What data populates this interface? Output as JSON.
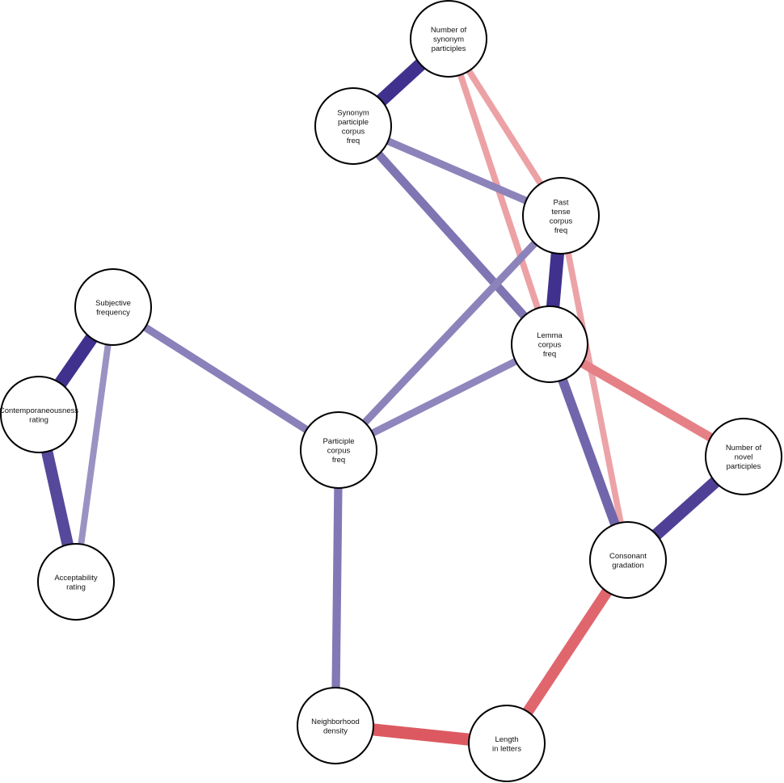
{
  "colors": {
    "positive": "#3a2a8a",
    "negative": "#d9464f",
    "node_fill": "#ffffff",
    "node_stroke": "#000000"
  },
  "nodes": [
    {
      "id": "numsyn",
      "label": [
        "Number of",
        "synonym",
        "participles"
      ]
    },
    {
      "id": "synpart",
      "label": [
        "Synonym",
        "participle",
        "corpus",
        "freq"
      ]
    },
    {
      "id": "past",
      "label": [
        "Past",
        "tense",
        "corpus",
        "freq"
      ]
    },
    {
      "id": "subj",
      "label": [
        "Subjective",
        "frequency"
      ]
    },
    {
      "id": "lemma",
      "label": [
        "Lemma",
        "corpus",
        "freq"
      ]
    },
    {
      "id": "contemp",
      "label": [
        "Contemporaneousness",
        "rating"
      ]
    },
    {
      "id": "part",
      "label": [
        "Participle",
        "corpus",
        "freq"
      ]
    },
    {
      "id": "novel",
      "label": [
        "Number of",
        "novel",
        "participles"
      ]
    },
    {
      "id": "cons",
      "label": [
        "Consonant",
        "gradation"
      ]
    },
    {
      "id": "accept",
      "label": [
        "Acceptability",
        "rating"
      ]
    },
    {
      "id": "neigh",
      "label": [
        "Neighborhood",
        "density"
      ]
    },
    {
      "id": "length",
      "label": [
        "Length",
        "in letters"
      ]
    }
  ],
  "edges": [
    {
      "from": "numsyn",
      "to": "synpart",
      "weight": 0.95
    },
    {
      "from": "numsyn",
      "to": "past",
      "weight": -0.3
    },
    {
      "from": "numsyn",
      "to": "lemma",
      "weight": -0.3
    },
    {
      "from": "synpart",
      "to": "past",
      "weight": 0.4
    },
    {
      "from": "synpart",
      "to": "lemma",
      "weight": 0.5
    },
    {
      "from": "past",
      "to": "lemma",
      "weight": 0.95
    },
    {
      "from": "past",
      "to": "part",
      "weight": 0.4
    },
    {
      "from": "past",
      "to": "cons",
      "weight": -0.28
    },
    {
      "from": "lemma",
      "to": "part",
      "weight": 0.38
    },
    {
      "from": "lemma",
      "to": "novel",
      "weight": -0.55
    },
    {
      "from": "lemma",
      "to": "cons",
      "weight": 0.6
    },
    {
      "from": "novel",
      "to": "cons",
      "weight": 0.85
    },
    {
      "from": "subj",
      "to": "part",
      "weight": 0.42
    },
    {
      "from": "subj",
      "to": "contemp",
      "weight": 0.95
    },
    {
      "from": "subj",
      "to": "accept",
      "weight": 0.3
    },
    {
      "from": "contemp",
      "to": "accept",
      "weight": 0.8
    },
    {
      "from": "part",
      "to": "neigh",
      "weight": 0.48
    },
    {
      "from": "neigh",
      "to": "length",
      "weight": -0.85
    },
    {
      "from": "cons",
      "to": "length",
      "weight": -0.75
    }
  ]
}
